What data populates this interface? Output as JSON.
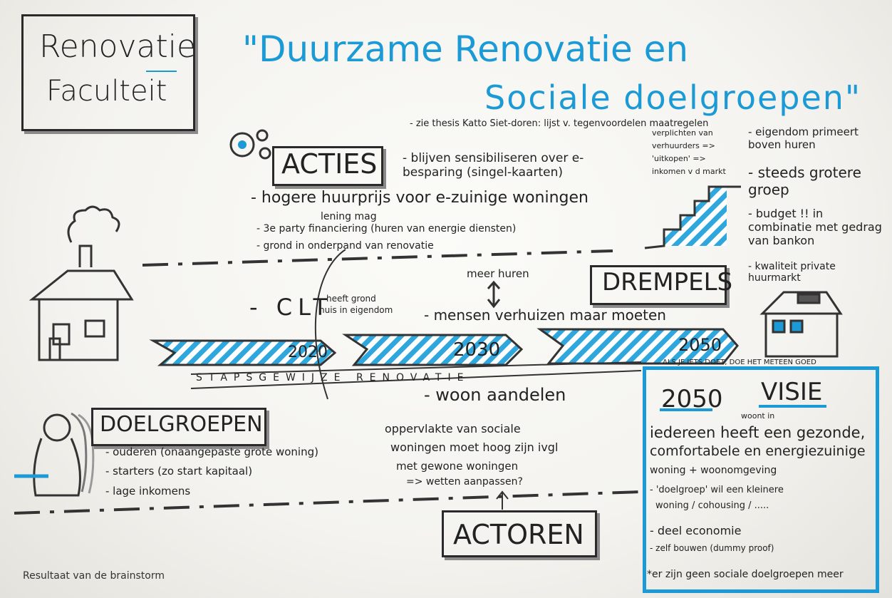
{
  "image": {
    "caption": "Resultaat van de brainstorm"
  },
  "board": {
    "logo_line1": "Renovatie",
    "logo_line2": "Faculteit",
    "title_line1": "\"Duurzame Renovatie en",
    "title_line2": "Sociale doelgroepen\"",
    "acties": {
      "heading": "ACTIES",
      "items": [
        "- zie thesis Katto Siet-doren: lijst v. tegenvoordelen maatregelen",
        "- blijven sensibiliseren over e-besparing (singel-kaarten)",
        "- hogere huurprijs voor e-zuinige woningen",
        "lening mag",
        "- 3e party financiering (huren van energie diensten)",
        "- grond in onderpand van renovatie",
        "- CLT",
        "heeft grond",
        "huis in eigendom",
        "meer huren",
        "- mensen verhuizen maar moeten"
      ]
    },
    "drempels": {
      "heading": "DREMPELS",
      "items": [
        "verplichten van verhuurders => 'uitkopen' => inkomen v d markt",
        "- eigendom primeert boven huren",
        "- steeds grotere groep",
        "- budget !! in combinatie met gedrag van bankon",
        "- kwaliteit private huurmarkt"
      ]
    },
    "timeline": {
      "years": [
        "2020",
        "2030",
        "2050"
      ],
      "label": "STAPSGEWIJZE RENOVATIE",
      "note": "ALS JE IETS DOET, DOE HET METEEN GOED"
    },
    "woon": "- woon aandelen",
    "doelgroepen": {
      "heading": "DOELGROEPEN",
      "items": [
        "- ouderen (onaangepaste grote woning)",
        "- starters (zo start kapitaal)",
        "- lage inkomens"
      ]
    },
    "actoren": {
      "heading": "ACTOREN",
      "text": [
        "oppervlakte van sociale",
        "woningen moet hoog zijn ivgl",
        "met gewone woningen",
        "=> wetten aanpassen?"
      ]
    },
    "visie": {
      "year": "2050",
      "heading": "VISIE",
      "lines": [
        "woont in",
        "iedereen heeft een gezonde,",
        "comfortabele en energiezuinige",
        "woning + woonomgeving",
        "- 'doelgroep' wil een kleinere",
        "woning / cohousing / .....",
        "- deel economie",
        "- zelf bouwen (dummy proof)",
        "*er zijn geen sociale doelgroepen meer"
      ]
    },
    "colors": {
      "accent": "#1c9ad6",
      "ink": "#222222",
      "paper": "#f6f5f1"
    }
  }
}
